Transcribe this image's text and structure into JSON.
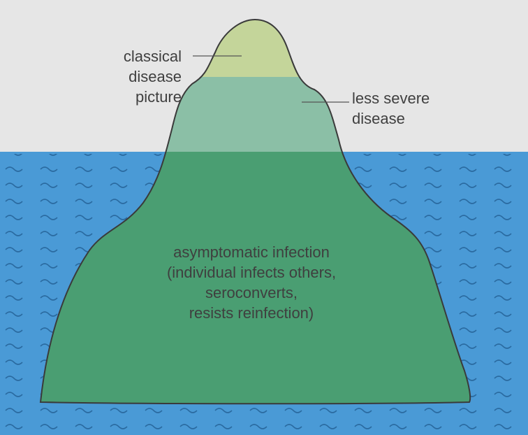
{
  "labels": {
    "classical": [
      "classical",
      "disease",
      "picture"
    ],
    "less_severe": [
      "less severe",
      "disease"
    ],
    "asymptomatic": [
      "asymptomatic infection",
      "(individual infects others,",
      "seroconverts,",
      "resists reinfection)"
    ]
  },
  "colors": {
    "sky": "#e6e6e6",
    "water": "#4a9ad6",
    "wave": "#2a6aa0",
    "tip": "#c4d59a",
    "middle": "#8bbfa6",
    "base": "#4a9e72",
    "outline": "#3a3a3a",
    "text": "#3f3f3f"
  }
}
